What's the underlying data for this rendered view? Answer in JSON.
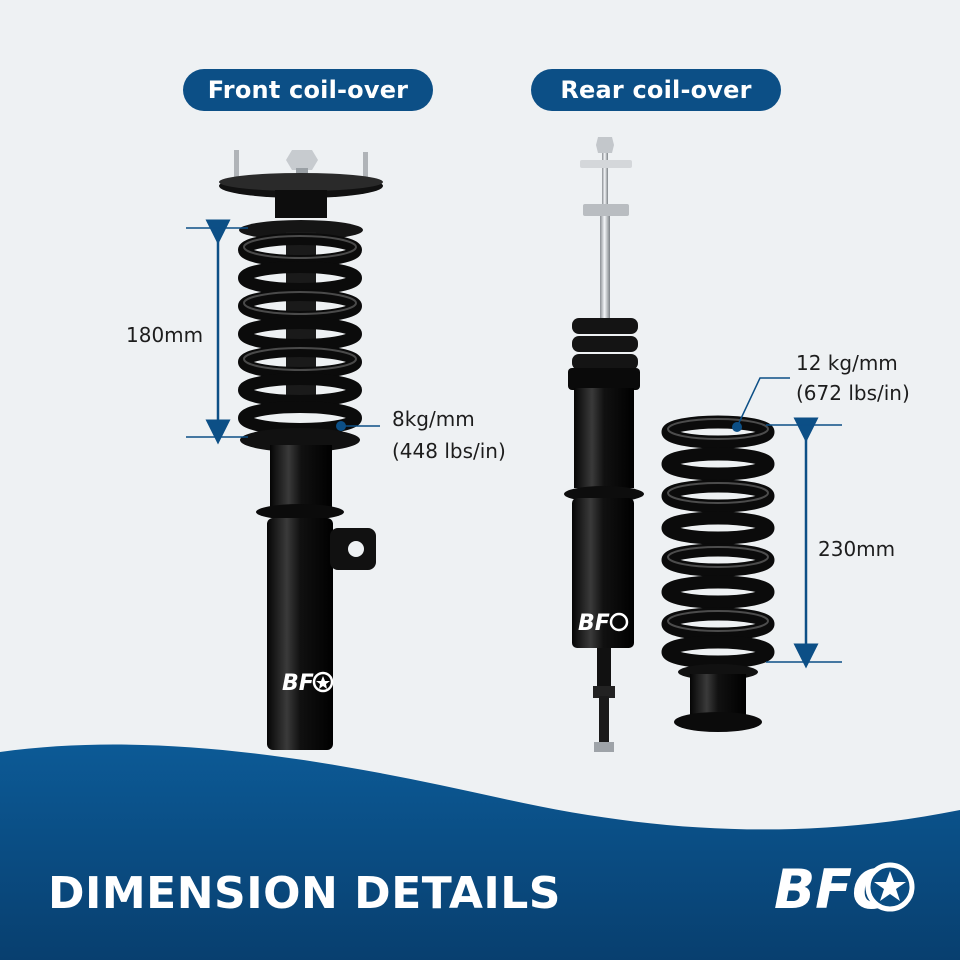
{
  "headers": {
    "front_label": "Front coil-over",
    "rear_label": "Rear coil-over"
  },
  "front": {
    "length": "180mm",
    "rate_kg": "8kg/mm",
    "rate_lbs": "(448 lbs/in)"
  },
  "rear": {
    "length": "230mm",
    "rate_kg": "12 kg/mm",
    "rate_lbs": "(672 lbs/in)"
  },
  "footer": {
    "title": "DIMENSION DETAILS",
    "brand": "BFO"
  },
  "colors": {
    "accent": "#0c4f86",
    "footer_bg": "#0a4c82",
    "background": "#eef1f3"
  }
}
